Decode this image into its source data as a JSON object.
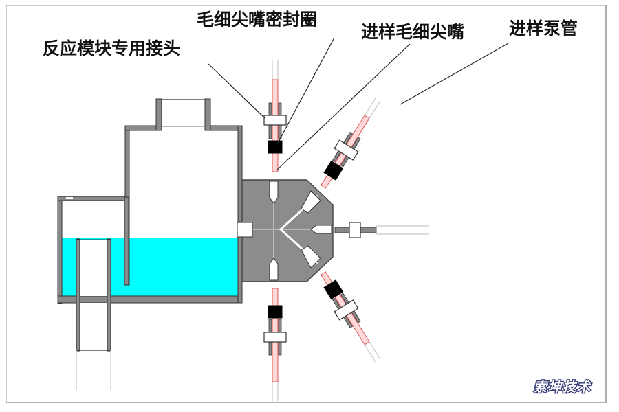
{
  "diagram": {
    "title": "进样毛细尖嘴与反应模块连接示意图",
    "labels": {
      "reaction_module_connector": "反应模块专用接头",
      "capillary_tip_seal": "毛细尖嘴密封圈",
      "sample_capillary_tip": "进样毛细尖嘴",
      "sample_pump_tube": "进样泵管"
    },
    "watermark": "索坤技术",
    "colors": {
      "liquid": "#00ffff",
      "wall": "#8a8a8a",
      "module_body": "#8c8c8c",
      "capillary": "#e05a5a",
      "seal": "#000000",
      "watermark": "#3b3f7a"
    }
  }
}
